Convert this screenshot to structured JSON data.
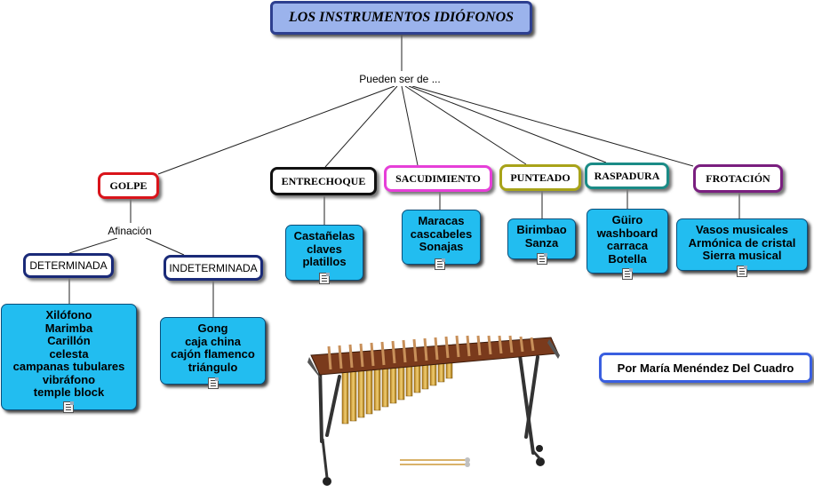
{
  "title": "LOS INSTRUMENTOS IDIÓFONOS",
  "connector_main": "Pueden ser de ...",
  "connector_golpe": "Afinación",
  "categories": {
    "golpe": "GOLPE",
    "entrechoque": "ENTRECHOQUE",
    "sacudimiento": "SACUDIMIENTO",
    "punteado": "PUNTEADO",
    "raspadura": "RASPADURA",
    "frotacion": "FROTACIÓN"
  },
  "subcategories": {
    "determinada": "DETERMINADA",
    "indeterminada": "INDETERMINADA"
  },
  "examples": {
    "determinada": [
      "Xilófono",
      "Marimba",
      "Carillón",
      "celesta",
      "campanas tubulares",
      "vibráfono",
      "temple block"
    ],
    "indeterminada": [
      "Gong",
      "caja china",
      "cajón flamenco",
      "triángulo"
    ],
    "entrechoque": [
      "Castañelas",
      "claves",
      "platillos"
    ],
    "sacudimiento": [
      "Maracas",
      "cascabeles",
      "Sonajas"
    ],
    "punteado": [
      "Birimbao",
      "Sanza"
    ],
    "raspadura": [
      "Güiro",
      "washboard",
      "carraca",
      "Botella"
    ],
    "frotacion": [
      "Vasos musicales",
      "Armónica de cristal",
      "Sierra musical"
    ]
  },
  "author": "Por María Menéndez Del Cuadro",
  "colors": {
    "title_fill": "#9bb3ec",
    "title_border": "#2d3f8f",
    "golpe": "#d9141b",
    "entrechoque": "#111111",
    "sacudimiento": "#e63fd8",
    "punteado": "#a8a319",
    "raspadura": "#1b8b86",
    "frotacion": "#7a1f7f",
    "subcategory": "#1a2a78",
    "leaf_fill": "#22bdf0",
    "author_border": "#3a5fe0"
  },
  "icons": [
    "document-icon",
    "xylophone-image"
  ]
}
